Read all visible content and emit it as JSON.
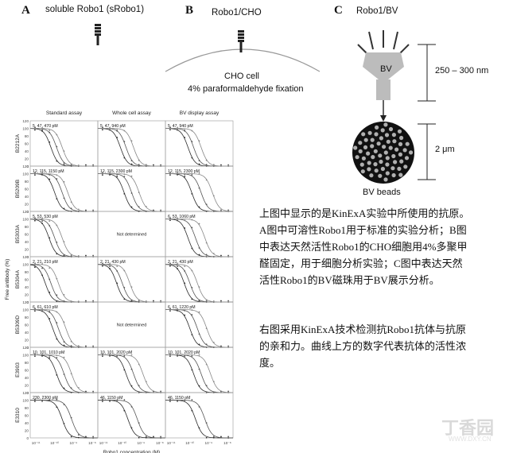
{
  "panels": {
    "a": {
      "letter": "A",
      "title": "soluble Robo1 (sRobo1)"
    },
    "b": {
      "letter": "B",
      "title": "Robo1/CHO",
      "cell": "CHO cell",
      "fixation": "4% paraformaldehyde fixation"
    },
    "c": {
      "letter": "C",
      "title": "Robo1/BV",
      "bv": "BV",
      "size_top": "250 – 300 nm",
      "size_bottom": "2 μm",
      "beads": "BV beads"
    }
  },
  "notes": {
    "p1": [
      "上图中显示的是KinExA实验中所使用的抗原。",
      "A图中可溶性Robo1用于标准的实验分析；B图",
      "中表达天然活性Robo1的CHO细胞用4%多聚甲",
      "醛固定，用于细胞分析实验；C图中表达天然",
      "活性Robo1的BV磁珠用于BV展示分析。"
    ],
    "p2": [
      "右图采用KinExA技术检测抗Robo1抗体与抗原",
      "的亲和力。曲线上方的数字代表抗体的活性浓",
      "度。"
    ]
  },
  "watermark": {
    "brand": "丁香园",
    "url": "WWW.DXY.CN"
  },
  "chart_data": {
    "type": "line",
    "columns": [
      "Standard assay",
      "Whole cell assay",
      "BV display assay"
    ],
    "rows": [
      "B2212A",
      "B5209B",
      "B5303A",
      "B5304A",
      "B5309D",
      "E3903",
      "E3310"
    ],
    "ylabel": "Free antibody (%)",
    "xlabel": "Robo1 concentration (M)",
    "yticks": [
      "0",
      "20",
      "40",
      "60",
      "80",
      "100",
      "120"
    ],
    "ylim": [
      0,
      120
    ],
    "xticks": [
      "10⁻¹¹",
      "10⁻¹⁰",
      "10⁻⁹",
      "10⁻⁸"
    ],
    "xlim_log10": [
      -11.3,
      -7.7
    ],
    "not_determined": "Not determined",
    "cells": [
      [
        {
          "label": "5, 47, 470 pM",
          "midpoints": [
            -10.2,
            -9.9,
            -9.6
          ]
        },
        {
          "label": "5, 47, 940 pM",
          "midpoints": [
            -10.1,
            -9.8,
            -9.4
          ]
        },
        {
          "label": "5, 47, 940 pM",
          "midpoints": [
            -10.1,
            -9.8,
            -9.4
          ]
        }
      ],
      [
        {
          "label": "12, 115, 1150 pM",
          "midpoints": [
            -10.0,
            -9.6,
            -9.3
          ]
        },
        {
          "label": "12, 115, 2300 pM",
          "midpoints": [
            -9.9,
            -9.5,
            -9.1
          ]
        },
        {
          "label": "12, 115, 2300 pM",
          "midpoints": [
            -9.9,
            -9.4,
            -8.8
          ]
        }
      ],
      [
        {
          "label": "5, 53, 530 pM",
          "midpoints": [
            -10.3,
            -10.0,
            -9.6
          ]
        },
        null,
        {
          "label": "6, 53, 1060 pM",
          "midpoints": [
            -10.1,
            -9.7,
            -9.2
          ]
        }
      ],
      [
        {
          "label": "2, 21, 210 pM",
          "midpoints": [
            -10.5,
            -10.2,
            -9.8
          ]
        },
        {
          "label": "2, 21, 430 pM",
          "midpoints": [
            -10.3,
            -10.0,
            -9.6
          ]
        },
        {
          "label": "2, 21, 430 pM",
          "midpoints": [
            -10.3,
            -10.0,
            -9.6
          ]
        }
      ],
      [
        {
          "label": "6, 61, 610 pM",
          "midpoints": [
            -10.1,
            -9.8,
            -9.4
          ]
        },
        null,
        {
          "label": "6, 61, 1220 pM",
          "midpoints": [
            -10.0,
            -9.6,
            -9.1
          ]
        }
      ],
      [
        {
          "label": "10, 101, 1010 pM",
          "midpoints": [
            -9.9,
            -9.5,
            -9.1
          ]
        },
        {
          "label": "10, 101, 2020 pM",
          "midpoints": [
            -9.8,
            -9.4,
            -8.9
          ]
        },
        {
          "label": "10, 101, 2020 pM",
          "midpoints": [
            -9.8,
            -9.4,
            -8.9
          ]
        }
      ],
      [
        {
          "label": "230, 2300 pM",
          "midpoints": [
            -9.6,
            -9.1
          ]
        },
        {
          "label": "46, 1150 pM",
          "midpoints": [
            -9.7,
            -9.2
          ]
        },
        {
          "label": "46, 1150 pM",
          "midpoints": [
            -9.7,
            -9.2
          ]
        }
      ]
    ]
  }
}
